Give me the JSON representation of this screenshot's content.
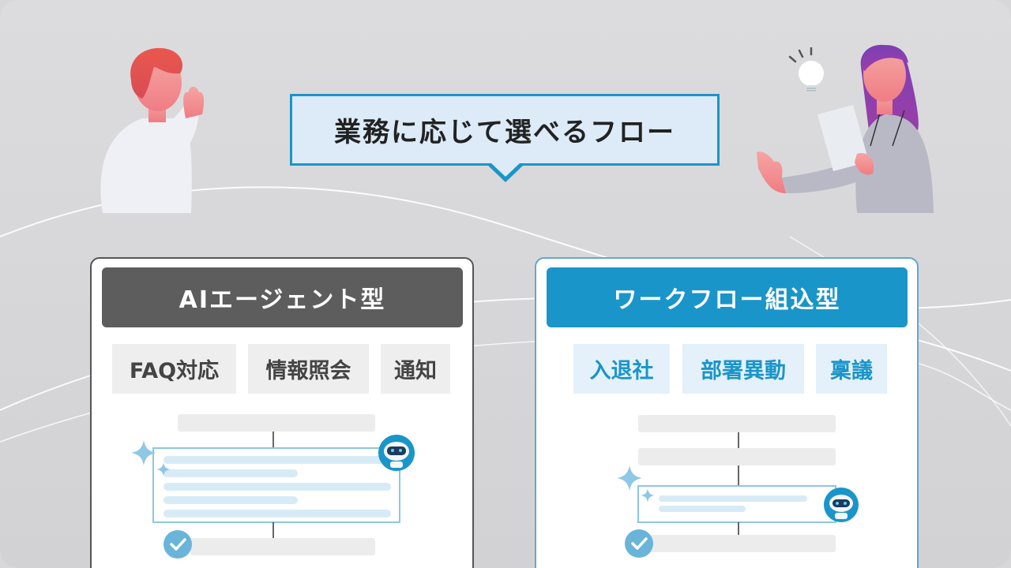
{
  "bubble": {
    "title": "業務に応じて選べるフロー"
  },
  "cards": {
    "left": {
      "title": "AIエージェント型",
      "tags": [
        "FAQ対応",
        "情報照会",
        "通知"
      ]
    },
    "right": {
      "title": "ワークフロー組込型",
      "tags": [
        "入退社",
        "部署異動",
        "稟議"
      ]
    }
  },
  "icons": {
    "left_person": "presenter-raising-hand",
    "right_person": "presenter-with-document",
    "idea": "lightbulb-icon",
    "robot": "robot-icon",
    "check": "check-circle-icon",
    "sparkle": "sparkle-icon"
  },
  "colors": {
    "accent_blue": "#1a95c9",
    "header_gray": "#5d5d5d",
    "light_blue": "#e4f1fa",
    "tag_gray": "#eeeeee"
  }
}
